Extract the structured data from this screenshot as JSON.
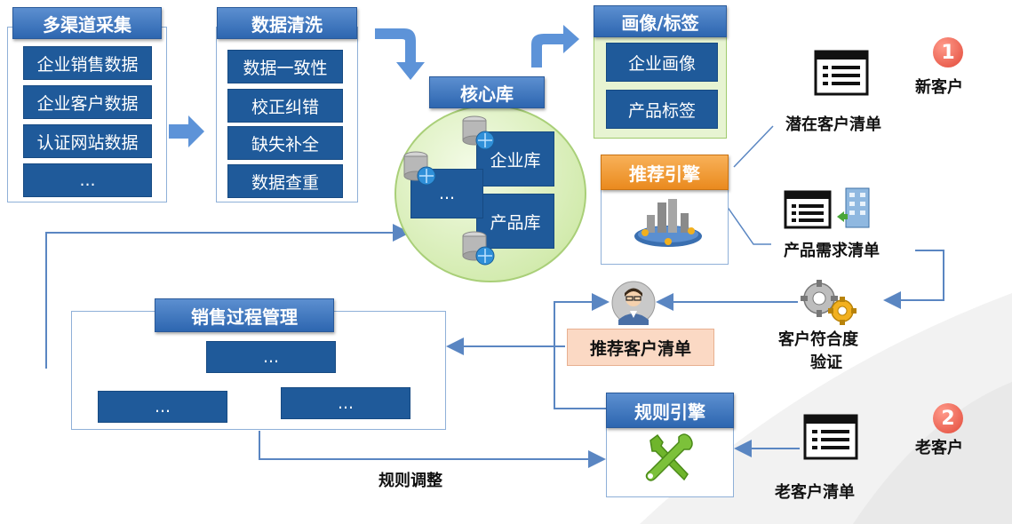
{
  "collect": {
    "title": "多渠道采集",
    "items": [
      "企业销售数据",
      "企业客户数据",
      "认证网站数据",
      "..."
    ]
  },
  "clean": {
    "title": "数据清洗",
    "items": [
      "数据一致性",
      "校正纠错",
      "缺失补全",
      "数据查重"
    ]
  },
  "core": {
    "title": "核心库",
    "enterprise": "企业库",
    "product": "产品库",
    "ellipsis": "..."
  },
  "profile": {
    "title": "画像/标签",
    "items": [
      "企业画像",
      "产品标签"
    ]
  },
  "recommend_engine": "推荐引擎",
  "rule_engine": "规则引擎",
  "sales": {
    "title": "销售过程管理",
    "items": [
      "...",
      "...",
      "..."
    ]
  },
  "labels": {
    "new_customer": "新客户",
    "old_customer": "老客户",
    "potential_list": "潜在客户清单",
    "product_demand_list": "产品需求清单",
    "fit_verify_line1": "客户符合度",
    "fit_verify_line2": "验证",
    "recommend_list": "推荐客户清单",
    "old_customer_list": "老客户清单",
    "rule_adjust": "规则调整"
  },
  "badges": {
    "one": "1",
    "two": "2"
  },
  "colors": {
    "accent_blue": "#2d66b0",
    "orange": "#f0922b",
    "badge_red": "#e24a3a",
    "core_green": "#d8efb0"
  }
}
